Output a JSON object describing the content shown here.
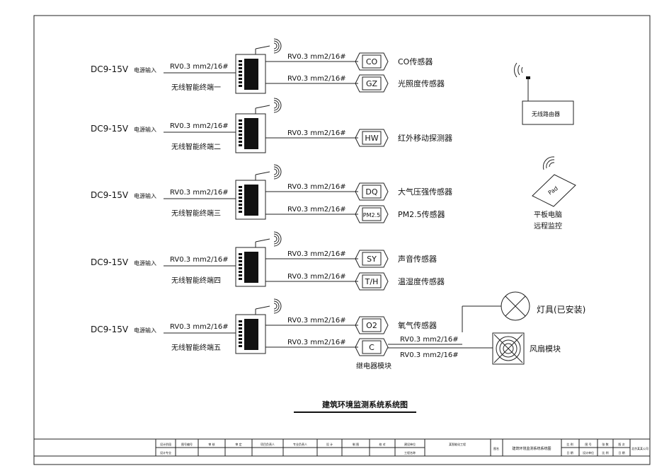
{
  "diagram": {
    "title": "建筑环境监测系统系统图",
    "power_input": {
      "voltage": "DC9-15V",
      "label": "电源输入"
    },
    "cable_spec": "RV0.3 mm2/16#",
    "terminals": [
      {
        "name": "无线智能终端一",
        "sensors": [
          {
            "code": "CO",
            "name": "CO传感器"
          },
          {
            "code": "GZ",
            "name": "光照度传感器"
          }
        ]
      },
      {
        "name": "无线智能终端二",
        "sensors": [
          {
            "code": "HW",
            "name": "红外移动探测器"
          }
        ]
      },
      {
        "name": "无线智能终端三",
        "sensors": [
          {
            "code": "DQ",
            "name": "大气压强传感器"
          },
          {
            "code": "PM2.5",
            "name": "PM2.5传感器"
          }
        ]
      },
      {
        "name": "无线智能终端四",
        "sensors": [
          {
            "code": "SY",
            "name": "声音传感器"
          },
          {
            "code": "T/H",
            "name": "温湿度传感器"
          }
        ]
      },
      {
        "name": "无线智能终端五",
        "sensors": [
          {
            "code": "O2",
            "name": "氧气传感器"
          },
          {
            "code": "C",
            "name": "继电器模块"
          }
        ]
      }
    ],
    "lamp_label": "灯具(已安装)",
    "fan_label": "风扇模块",
    "router_label": "无线路由器",
    "pad_text": "Pad",
    "tablet_label_1": "平板电脑",
    "tablet_label_2": "远程监控"
  },
  "title_block": {
    "row1": [
      "设计阶段",
      "图号编号",
      "审 核",
      "审 定",
      "项目负责人",
      "专业负责人",
      "设 计",
      "制 图",
      "校 对"
    ],
    "row2": [
      "设计专业",
      "",
      "",
      "",
      "",
      "",
      "",
      "",
      ""
    ],
    "owner_label": "建设单位",
    "project_label": "工程名称",
    "project_name": "某智能化工程",
    "drawing_label": "图名",
    "drawing_name": "建筑环境监测系统系统图",
    "right_cells": [
      "比 例",
      "图 号",
      "张 数",
      "版 次",
      "日 期",
      "设计单位",
      "比 例",
      "日 期"
    ],
    "company": "北京某某公司"
  }
}
